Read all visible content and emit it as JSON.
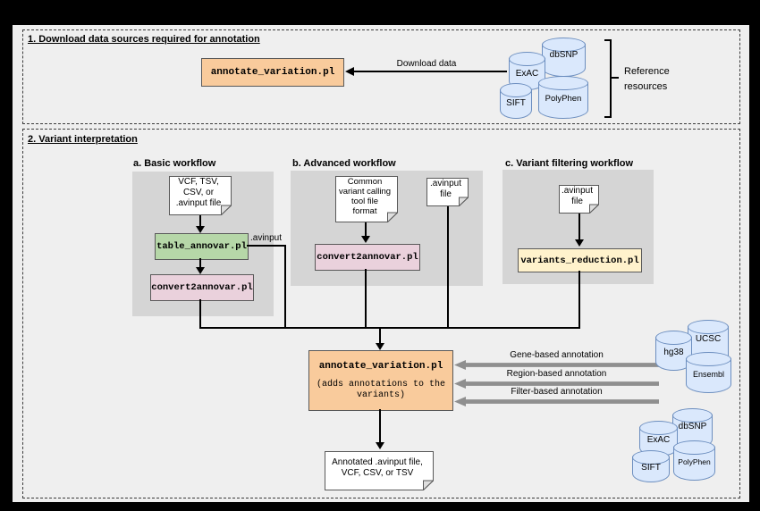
{
  "colors": {
    "tool_orange": "#f9cb9c",
    "basic_green": "#b6d7a8",
    "convert_pink": "#ead1dc",
    "reduction_yellow": "#fff2cc",
    "db_fill": "#dae8fc",
    "db_stroke": "#6c8ebf",
    "panel_gray": "#d5d5d5",
    "block_arrow_gray": "#8f8f8f"
  },
  "section1": {
    "title": "1. Download data sources required for annotation",
    "tool": "annotate_variation.pl",
    "download_label": "Download data",
    "reference_label": "Reference\nresources",
    "databases": [
      "dbSNP",
      "ExAC",
      "PolyPhen",
      "SIFT"
    ]
  },
  "section2": {
    "title": "2. Variant interpretation",
    "basic": {
      "heading": "a. Basic workflow",
      "input": "VCF, TSV,\nCSV, or\n.avinput file",
      "tool1": "table_annovar.pl",
      "tool2": "convert2annovar.pl",
      "edge_label": ".avinput"
    },
    "advanced": {
      "heading": "b. Advanced workflow",
      "input": "Common\nvariant calling\ntool file\nformat",
      "input2": ".avinput\nfile",
      "tool": "convert2annovar.pl"
    },
    "filtering": {
      "heading": "c. Variant filtering workflow",
      "input": ".avinput\nfile",
      "tool": "variants_reduction.pl"
    },
    "annotate": {
      "tool": "annotate_variation.pl",
      "subtitle": "(adds annotations to the\nvariants)"
    },
    "annotations": [
      "Gene-based annotation",
      "Region-based annotation",
      "Filter-based annotation"
    ],
    "gene_dbs": [
      "UCSC",
      "hg38",
      "Ensembl"
    ],
    "filter_dbs": [
      "dbSNP",
      "ExAC",
      "PolyPhen",
      "SIFT"
    ],
    "output": "Annotated .avinput file,\nVCF, CSV, or TSV"
  }
}
